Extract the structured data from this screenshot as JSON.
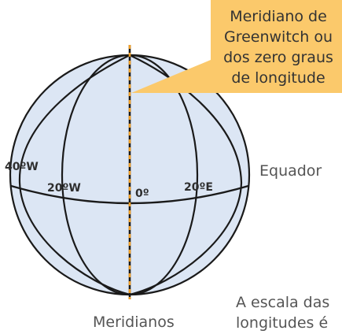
{
  "callout": {
    "lines": [
      "Meridiano de",
      "Greenwitch ou",
      "dos zero graus",
      "de longitude"
    ]
  },
  "globe_labels": {
    "w40": "40ºW",
    "w20": "20ºW",
    "zero": "0º",
    "e20": "20ºE"
  },
  "side_labels": {
    "equator": "Equador",
    "meridians": "Meridianos",
    "scale_line1": "A escala das",
    "scale_line2": "longitudes é"
  },
  "colors": {
    "globe_fill": "#dce6f4",
    "globe_stroke": "#1a1a1a",
    "callout_fill": "#fbc96b",
    "prime_meridian": "#f4a024"
  }
}
